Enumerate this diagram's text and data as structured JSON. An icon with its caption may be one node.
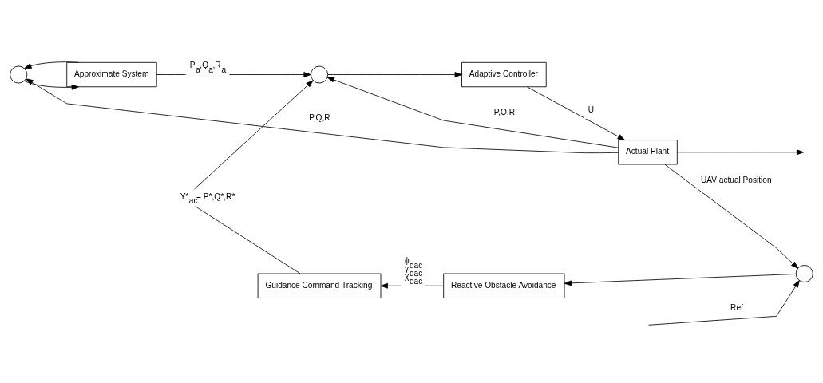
{
  "diagram": {
    "nodes": [
      {
        "text": [],
        "shape": "circle"
      },
      {
        "text": [
          "Approximate System"
        ]
      },
      {
        "text": [],
        "shape": "circle"
      },
      {
        "text": [
          "Adaptive Controller"
        ]
      },
      {
        "text": [
          "Actual Plant"
        ]
      },
      {
        "text": [],
        "shape": "circle"
      },
      {
        "text": [
          "Reactive Obstacle Avoidance"
        ]
      },
      {
        "text": [
          "Guidance Command Tracking"
        ]
      }
    ],
    "edges": [
      {
        "from": 0,
        "to": 1,
        "arrow": "to"
      },
      {
        "from": 1,
        "to": 2,
        "arrow": "to",
        "label": "P$_{a}$,Q$_{a}$,R$_{a}$"
      },
      {
        "from": 1,
        "to": 0,
        "arrow": "to"
      },
      {
        "from": 2,
        "to": 3,
        "arrow": "to"
      },
      {
        "from": 3,
        "to": 4,
        "arrow": "to",
        "label": "U"
      },
      {
        "from": 4,
        "to": null,
        "arrow": "to"
      },
      {
        "from": 4,
        "to": 0,
        "arrow": "to",
        "label": "P,Q,R"
      },
      {
        "from": 4,
        "to": 2,
        "arrow": "to",
        "label": "P,Q,R"
      },
      {
        "from": 4,
        "to": 5,
        "arrow": "to",
        "label": "UAV actual Position"
      },
      {
        "from": null,
        "to": 5,
        "arrow": "to",
        "label": "Ref"
      },
      {
        "from": 5,
        "to": 6,
        "arrow": "to"
      },
      {
        "from": 6,
        "to": 7,
        "arrow": "to",
        "label": "ϕ$_{dac}$ γ$_{dac}$ χ$_{dac}$"
      },
      {
        "from": 7,
        "to": 2,
        "arrow": "to",
        "label": "Y*$_{ac}$= P*,Q*,R*"
      }
    ]
  }
}
